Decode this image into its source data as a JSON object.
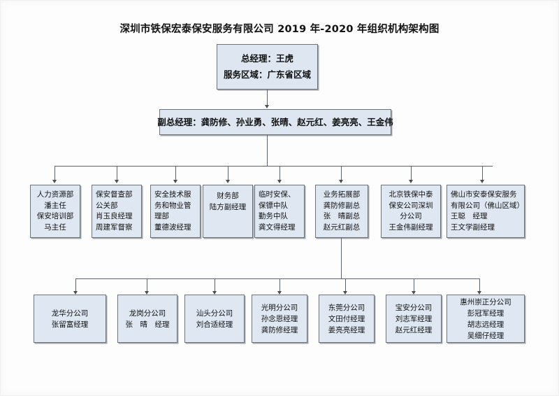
{
  "document": {
    "title": "深圳市铁保宏泰保安服务有限公司 2019 年-2020 年组织机构架构图"
  },
  "colors": {
    "box_fill": "#dfe7f2",
    "box_border": "#6e737a",
    "connector": "#5d6268",
    "text": "#101010",
    "page_background": "#ffffff"
  },
  "chart_data": {
    "type": "org-chart",
    "title": "深圳市铁保宏泰保安服务有限公司 2019 年-2020 年组织机构架构图",
    "levels": 4
  },
  "top": {
    "line1": "总经理：王虎",
    "line2": "服务区域：广东省区域"
  },
  "deputy": {
    "line1": "副总经理：龚防修、孙业勇、张晴、赵元红、姜亮亮、王金伟"
  },
  "departments": [
    {
      "id": "hr",
      "align": "center",
      "lines": [
        "人力资源部",
        "潘主任",
        "保安培训部",
        "马主任"
      ]
    },
    {
      "id": "supervision",
      "align": "left",
      "lines": [
        "保安督查部",
        "公关部",
        "肖玉良经理",
        "周建军督察"
      ]
    },
    {
      "id": "tech-property",
      "align": "left",
      "lines": [
        "安全技术服",
        "务和物业管",
        "理部",
        "董德波经理"
      ]
    },
    {
      "id": "finance",
      "align": "center",
      "lines": [
        "财务部",
        "陆方副经理"
      ]
    },
    {
      "id": "temp-guard",
      "align": "left",
      "lines": [
        "临时安保、",
        "保镖中队",
        "勤务中队",
        "龚文得经理"
      ]
    },
    {
      "id": "business-dev",
      "align": "center",
      "lines": [
        "业务拓展部",
        "龚防修副总",
        "张　晴副总",
        "赵元红副总"
      ]
    },
    {
      "id": "beijing-shenzhen",
      "align": "center",
      "lines": [
        "北京铁保中泰",
        "保安公司深圳",
        "分公司",
        "王金伟副经理"
      ]
    },
    {
      "id": "foshan",
      "align": "left",
      "lines": [
        "佛山市安泰保安服务",
        "有限公司（佛山区域）",
        "王聪　经理",
        "王文学副经理"
      ]
    }
  ],
  "branches": [
    {
      "id": "longhua",
      "lines": [
        "龙华分公司",
        "张留富经理"
      ]
    },
    {
      "id": "longgang",
      "lines": [
        "龙岗分公司",
        "张　晴　经理"
      ]
    },
    {
      "id": "shantou",
      "lines": [
        "汕头分公司",
        "刘合适经理"
      ]
    },
    {
      "id": "guangming",
      "lines": [
        "光明分公司",
        "孙念恩经理",
        "龚防修经理"
      ]
    },
    {
      "id": "dongguan",
      "lines": [
        "东莞分公司",
        "文田付经理",
        "姜亮亮经理"
      ]
    },
    {
      "id": "baoan",
      "lines": [
        "宝安分公司",
        "刘志军经理",
        "赵元红经理"
      ]
    },
    {
      "id": "huizhou",
      "lines": [
        "惠州崇正分公司",
        "彭冠军经理",
        "胡志远经理",
        "吴细仔经理"
      ]
    }
  ]
}
